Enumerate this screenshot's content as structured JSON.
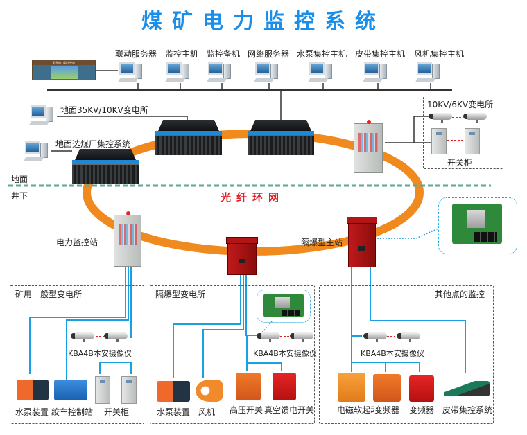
{
  "title": "煤矿电力监控系统",
  "colors": {
    "title": "#1a8ee8",
    "ring": "#f0891e",
    "ring_label": "#e31f25",
    "surface_divider": "#5aaa95",
    "cable": "#1aa0e0",
    "network_line": "#333333",
    "camera_link": "#e31f25"
  },
  "surface": {
    "zone_label": "地面",
    "screen_wall": {
      "label": "矿井电力监控中心"
    },
    "hosts": [
      {
        "label": "联动服务器"
      },
      {
        "label": "监控主机"
      },
      {
        "label": "监控备机"
      },
      {
        "label": "网络服务器"
      },
      {
        "label": "水泵集控主机"
      },
      {
        "label": "皮带集控主机"
      },
      {
        "label": "风机集控主机"
      }
    ],
    "left_stations": [
      {
        "label": "地面35KV/10KV变电所"
      },
      {
        "label": "地面选煤厂集控系统"
      }
    ],
    "substation_10kv": {
      "title": "10KV/6KV变电所",
      "cabinet_label": "开关柜"
    }
  },
  "underground": {
    "zone_label": "井下",
    "ring_label": "光纤环网",
    "power_station_label": "电力监控站",
    "master_station_label": "隔爆型主站",
    "boxes": [
      {
        "title": "矿用一般型变电所",
        "camera_label": "KBA4B本安摄像仪",
        "devices": [
          "水泵装置",
          "绞车控制站",
          "开关柜"
        ]
      },
      {
        "title": "隔爆型变电所",
        "camera_label": "KBA4B本安摄像仪",
        "devices": [
          "水泵装置",
          "风机",
          "高压开关",
          "真空馈电开关"
        ]
      },
      {
        "title": "其他点的监控",
        "camera_label": "KBA4B本安摄像仪",
        "devices": [
          "电磁软起动器",
          "变频器",
          "变频器",
          "皮带集控系统"
        ]
      }
    ]
  }
}
